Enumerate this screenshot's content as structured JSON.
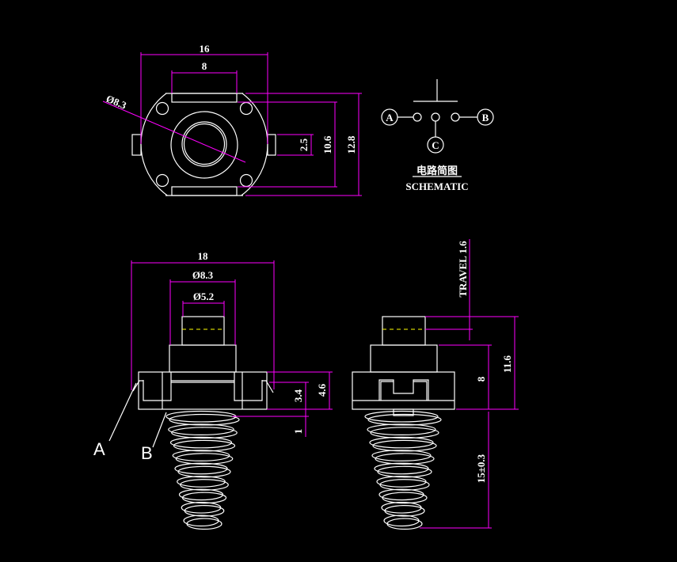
{
  "colors": {
    "background": "#000000",
    "geometry": "#ffffff",
    "dimension": "#ff00ff",
    "hidden_line": "#ffff00"
  },
  "top_view": {
    "width_overall": "16",
    "slot_width": "8",
    "diameter": "Ø8.3",
    "tab_height": "2.5",
    "inner_height": "10.6",
    "outer_height": "12.8"
  },
  "schematic": {
    "terminal_a": "A",
    "terminal_b": "B",
    "terminal_c": "C",
    "title_cn": "电路简图",
    "title_en": "SCHEMATIC"
  },
  "front_view": {
    "width_overall": "18",
    "cap_diameter": "Ø8.3",
    "stem_diameter": "Ø5.2",
    "base_inner_height": "3.4",
    "base_height": "4.6",
    "spring_offset": "1",
    "label_a": "A",
    "label_b": "B"
  },
  "side_view": {
    "travel": "TRAVEL 1.6",
    "body_height": "8",
    "total_height": "11.6",
    "spring_length": "15±0.3"
  }
}
